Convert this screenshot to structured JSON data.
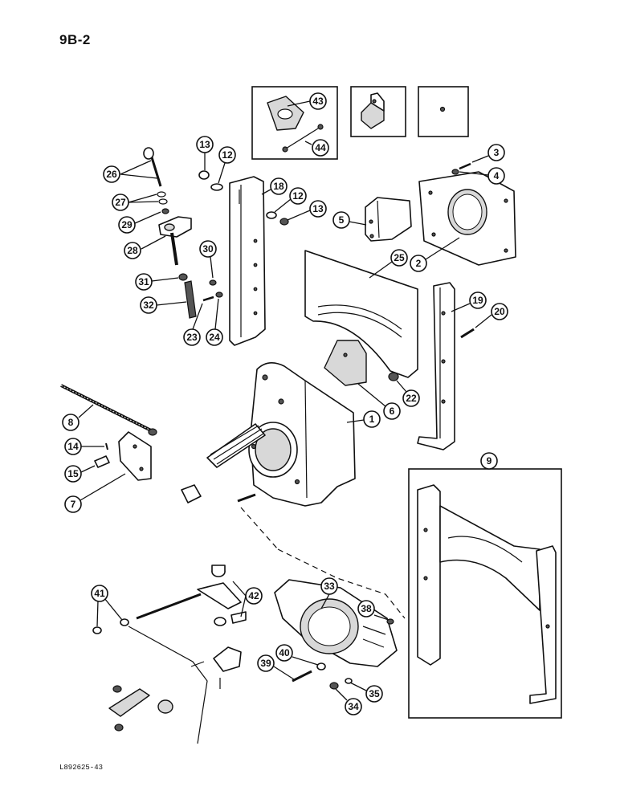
{
  "page": {
    "section_number": "9B-2",
    "reference_code": "L892625-43"
  },
  "callouts": {
    "c1": "1",
    "c2": "2",
    "c3": "3",
    "c4": "4",
    "c5": "5",
    "c6": "6",
    "c7": "7",
    "c8": "8",
    "c9": "9",
    "c12a": "12",
    "c12b": "12",
    "c13a": "13",
    "c13b": "13",
    "c14": "14",
    "c15": "15",
    "c18": "18",
    "c19": "19",
    "c20": "20",
    "c22": "22",
    "c23": "23",
    "c24": "24",
    "c25": "25",
    "c26": "26",
    "c27": "27",
    "c28": "28",
    "c29": "29",
    "c30": "30",
    "c31": "31",
    "c32": "32",
    "c33": "33",
    "c34": "34",
    "c35": "35",
    "c38": "38",
    "c39": "39",
    "c40": "40",
    "c41": "41",
    "c42": "42",
    "c43": "43",
    "c44": "44"
  }
}
